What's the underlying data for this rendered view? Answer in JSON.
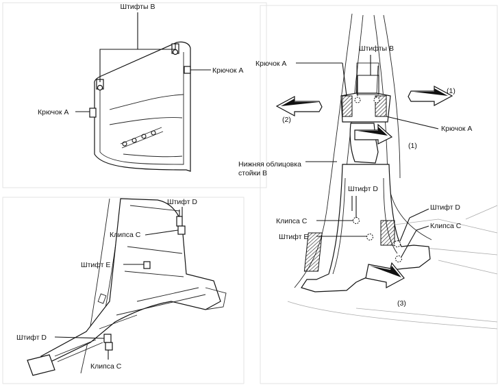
{
  "labels": {
    "pins_b": "Штифты B",
    "hook_a": "Крючок A",
    "pin_d": "Штифт D",
    "clip_c": "Клипса C",
    "pin_e": "Штифт E",
    "lower_trim_line1": "Нижняя облицовка",
    "lower_trim_line2": "стойки B",
    "step_1": "(1)",
    "step_2": "(2)",
    "step_3": "(3)"
  }
}
